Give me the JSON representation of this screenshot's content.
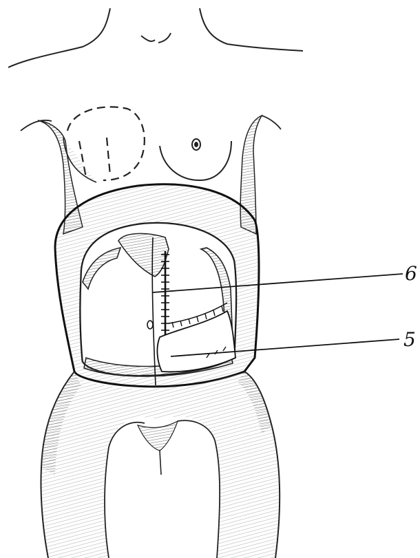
{
  "figure": {
    "callouts": [
      {
        "id": "callout-6",
        "label": "6"
      },
      {
        "id": "callout-5",
        "label": "5"
      }
    ]
  },
  "colors": {
    "ink": "#1a1a1a",
    "paper": "#ffffff",
    "shading": "#6b6b6b"
  }
}
